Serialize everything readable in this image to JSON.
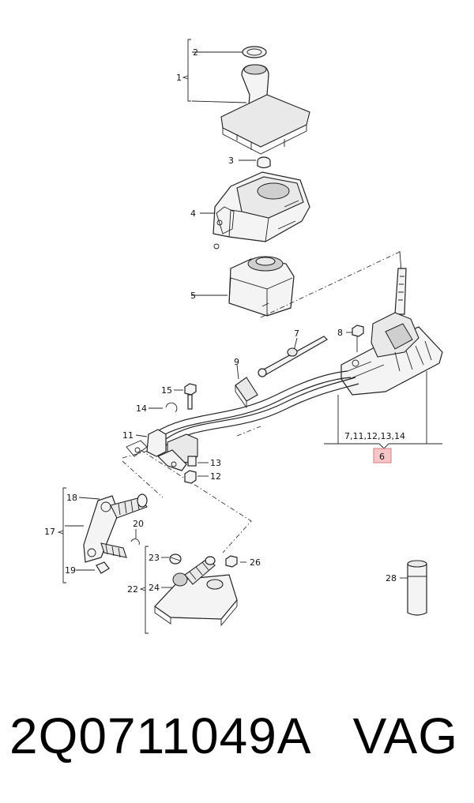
{
  "callouts": {
    "c1": "1",
    "c2": "2",
    "c3": "3",
    "c4": "4",
    "c5": "5",
    "c6": "6",
    "c7": "7",
    "c8": "8",
    "c9": "9",
    "c11": "11",
    "c12": "12",
    "c13": "13",
    "c14": "14",
    "c15": "15",
    "c17": "17",
    "c18": "18",
    "c19": "19",
    "c20": "20",
    "c22": "22",
    "c23": "23",
    "c24": "24",
    "c26": "26",
    "c28": "28",
    "group6": "7,11,12,13,14"
  },
  "colors": {
    "highlight_box": "#f5c6c6",
    "highlight_border": "#e07a7a"
  },
  "footer": {
    "part_number": "2Q0711049A",
    "brand": "VAG"
  }
}
